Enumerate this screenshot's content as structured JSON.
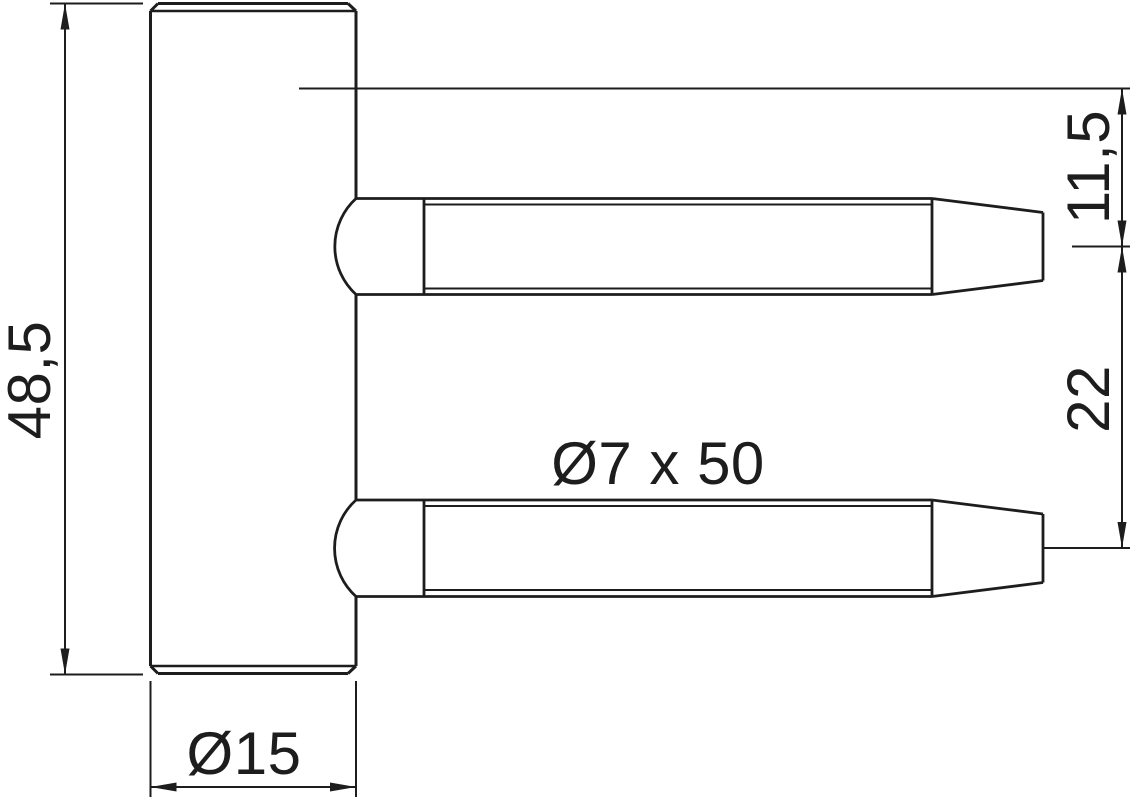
{
  "drawing": {
    "colors": {
      "background": "#ffffff",
      "line": "#1d1d1d"
    },
    "labels": {
      "overall_height": "48,5",
      "body_diameter": "Ø15",
      "pin_spec": "Ø7 x 50",
      "top_to_upper_pin": "11,5",
      "pin_center_spacing": "22"
    }
  }
}
